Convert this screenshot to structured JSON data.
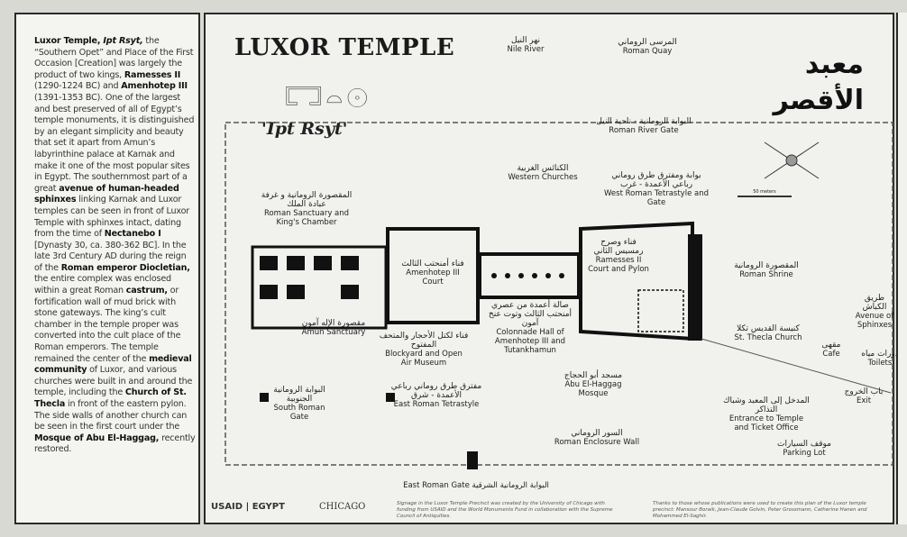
{
  "sidebar": {
    "p1": "Luxor Temple, ",
    "p1_italic": "Ipt Rsyt,",
    "p2": " the “Southern Opet” and Place of the First Occasion [Creation] was largely the product of two kings, ",
    "ramesses": "Ramesses II",
    "p3": " (1290-1224 BC) and ",
    "amenhotep": "Amenhotep III",
    "p4": " (1391-1353 BC). One of the largest and best preserved of all of Egypt’s temple monuments, it is distinguished by an elegant simplicity and beauty that set it apart from Amun’s labyrinthine palace at Karnak and make it one of the most popular sites in Egypt. The southernmost part of a great ",
    "avenue": "avenue of human-headed sphinxes",
    "p5": " linking Karnak and Luxor temples can be seen in front of Luxor Temple with sphinxes intact, dating from the time of ",
    "nectanebo": "Nectanebo I",
    "p6": " [Dynasty 30, ca. 380-362 BC]. In the late 3rd Century AD during the reign of the ",
    "diocletian": "Roman emperor Diocletian,",
    "p7": " the entire complex was enclosed within a great Roman ",
    "castrum": "castrum,",
    "p8": " or fortification wall of mud brick with stone gateways. The king’s cult chamber in the temple proper was converted into the cult place of the Roman emperors. The temple remained the center of the ",
    "medieval": "medieval community",
    "p9": " of Luxor, and various churches were built in and around the temple, including the ",
    "thecla": "Church of St. Thecla",
    "p10": " in front of the eastern pylon. The side walls of another church can be seen in the first court under the ",
    "mosque": "Mosque of Abu El-Haggag,",
    "p11": " recently restored."
  },
  "map": {
    "title": "LUXOR TEMPLE",
    "subtitle": "'Ipt Rsyt'",
    "title_ar": "معبد الأقصر",
    "scale": "50 meters",
    "labels": [
      {
        "en": "Nile River",
        "ar": "نهر النيل"
      },
      {
        "en": "Roman Quay",
        "ar": "المرسى الروماني"
      },
      {
        "en": "Roman River Gate",
        "ar": "البوابة الرومانية - ناحية النيل"
      },
      {
        "en": "Western Churches",
        "ar": "الكنائس الغربية"
      },
      {
        "en": "West Roman Tetrastyle and Gate",
        "ar": "بوابة ومفترق طرق روماني رباعي الأعمدة - غرب"
      },
      {
        "en": "Roman Sanctuary and King's Chamber",
        "ar": "المقصورة الرومانية و غرفة عبادة الملك"
      },
      {
        "en": "Amenhotep III Court",
        "ar": "فناء أمنحتب الثالث"
      },
      {
        "en": "Ramesses II Court and Pylon",
        "ar": "فناء وصرح رمسيس الثاني"
      },
      {
        "en": "Roman Shrine",
        "ar": "المقصورة الرومانية"
      },
      {
        "en": "Avenue of Sphinxes",
        "ar": "طريق الكباش"
      },
      {
        "en": "Amun Sanctuary",
        "ar": "مقصورة الإله آمون"
      },
      {
        "en": "Colonnade Hall of Amenhotep III and Tutankhamun",
        "ar": "صالة أعمدة من عصري أمنحتب الثالث وتوت عنخ آمون"
      },
      {
        "en": "St. Thecla Church",
        "ar": "كنيسة القديس تكلا"
      },
      {
        "en": "Cafe",
        "ar": "مقهى"
      },
      {
        "en": "Toilets",
        "ar": "دورات مياه"
      },
      {
        "en": "Blockyard and Open Air Museum",
        "ar": "فناء لكتل الأحجار والمتحف المفتوح"
      },
      {
        "en": "Abu El-Haggag Mosque",
        "ar": "مسجد أبو الحجاج"
      },
      {
        "en": "Exit",
        "ar": "باب الخروج"
      },
      {
        "en": "Entrance to Temple and Ticket Office",
        "ar": "المدخل إلى المعبد وشباك التذاكر"
      },
      {
        "en": "South Roman Gate",
        "ar": "البوابة الرومانية الجنوبية"
      },
      {
        "en": "East Roman Tetrastyle",
        "ar": "مفترق طرق روماني رباعي الأعمدة - شرق"
      },
      {
        "en": "Roman Enclosure Wall",
        "ar": "السور الروماني"
      },
      {
        "en": "Parking Lot",
        "ar": "موقف السيارات"
      },
      {
        "en": "East Roman Gate",
        "ar": "البوابة الرومانية الشرقية"
      }
    ]
  },
  "footer": {
    "logos": [
      "USAID | EGYPT",
      "CHICAGO"
    ],
    "credit": "Signage in the Luxor Temple Precinct was created by the University of Chicago with funding from USAID and the World Monuments Fund in collaboration with the Supreme Council of Antiquities.",
    "thanks": "Thanks to those whose publications were used to create this plan of the Luxor temple precinct: Mansour Boraik, Jean-Claude Golvin, Peter Grossmann, Catherine Hanen and Mohammed El-Saghir."
  }
}
